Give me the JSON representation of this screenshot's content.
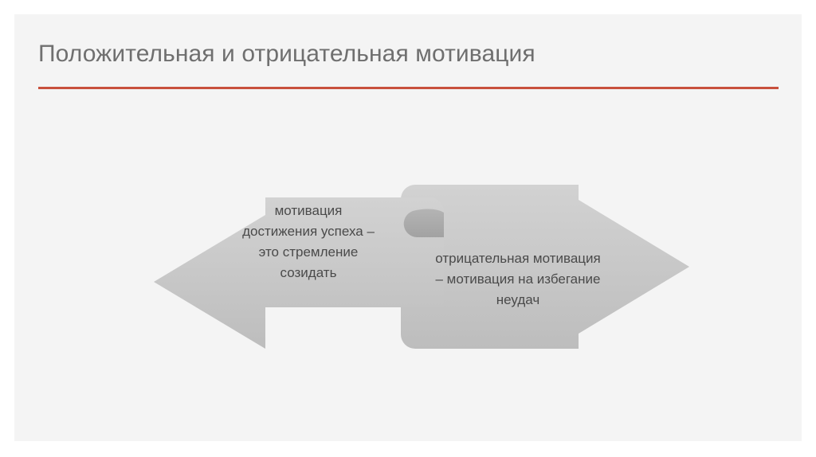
{
  "slide": {
    "background_color": "#f4f4f4",
    "page_background_color": "#ffffff",
    "title": "Положительная и отрицательная мотивация",
    "title_color": "#6f6f6f",
    "rule_color": "#c8503c"
  },
  "diagram": {
    "type": "two-way-opposing-arrows",
    "arrow_fill_top": "#cccccc",
    "arrow_fill_bottom": "#bebebe",
    "arrow_fold_color": "#a8a8a8",
    "text_color": "#4a4a4a",
    "left_arrow": {
      "direction": "left",
      "label": "мотивация\nдостижения успеха –\nэто стремление\nсозидать"
    },
    "right_arrow": {
      "direction": "right",
      "label": "отрицательная мотивация\n– мотивация на избегание\nнеудач"
    }
  }
}
